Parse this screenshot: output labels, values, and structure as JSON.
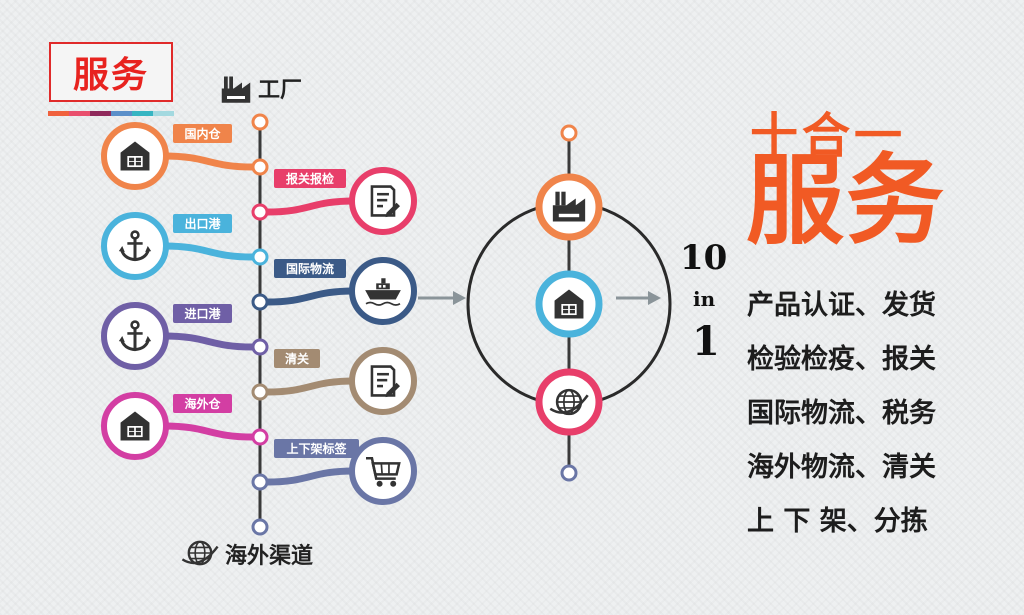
{
  "title": "服务",
  "color_strip": [
    "#f0613d",
    "#e94f6d",
    "#8f2a5c",
    "#5a8fc9",
    "#36b5c2",
    "#a3d9e0"
  ],
  "timeline": {
    "top_label": "工厂",
    "bottom_label": "海外渠道",
    "steps": [
      {
        "label": "国内仓",
        "side": "left",
        "color": "#f0844a",
        "icon": "warehouse-icon"
      },
      {
        "label": "报关报检",
        "side": "right",
        "color": "#e83e6a",
        "icon": "document-icon"
      },
      {
        "label": "出口港",
        "side": "left",
        "color": "#4ab3dc",
        "icon": "anchor-icon"
      },
      {
        "label": "国际物流",
        "side": "right",
        "color": "#3b5a87",
        "icon": "ship-icon"
      },
      {
        "label": "进口港",
        "side": "left",
        "color": "#6f5fa6",
        "icon": "anchor-icon"
      },
      {
        "label": "清关",
        "side": "right",
        "color": "#a38b72",
        "icon": "document-icon"
      },
      {
        "label": "海外仓",
        "side": "left",
        "color": "#d33ea3",
        "icon": "warehouse-icon"
      },
      {
        "label": "上下架标签",
        "side": "right",
        "color": "#6a76a6",
        "icon": "cart-icon"
      }
    ]
  },
  "cycle": {
    "nodes": [
      {
        "icon": "factory-icon",
        "color": "#f0844a"
      },
      {
        "icon": "warehouse-icon",
        "color": "#4ab3dc"
      },
      {
        "icon": "globe-icon",
        "color": "#e83e6a"
      }
    ]
  },
  "ratio": {
    "top": "10",
    "middle": "in",
    "bottom": "1"
  },
  "headline": {
    "sub": "十合一",
    "main": "服务"
  },
  "services": [
    "产品认证、发货",
    "检验检疫、报关",
    "国际物流、税务",
    "海外物流、清关",
    "上 下 架、分拣"
  ]
}
